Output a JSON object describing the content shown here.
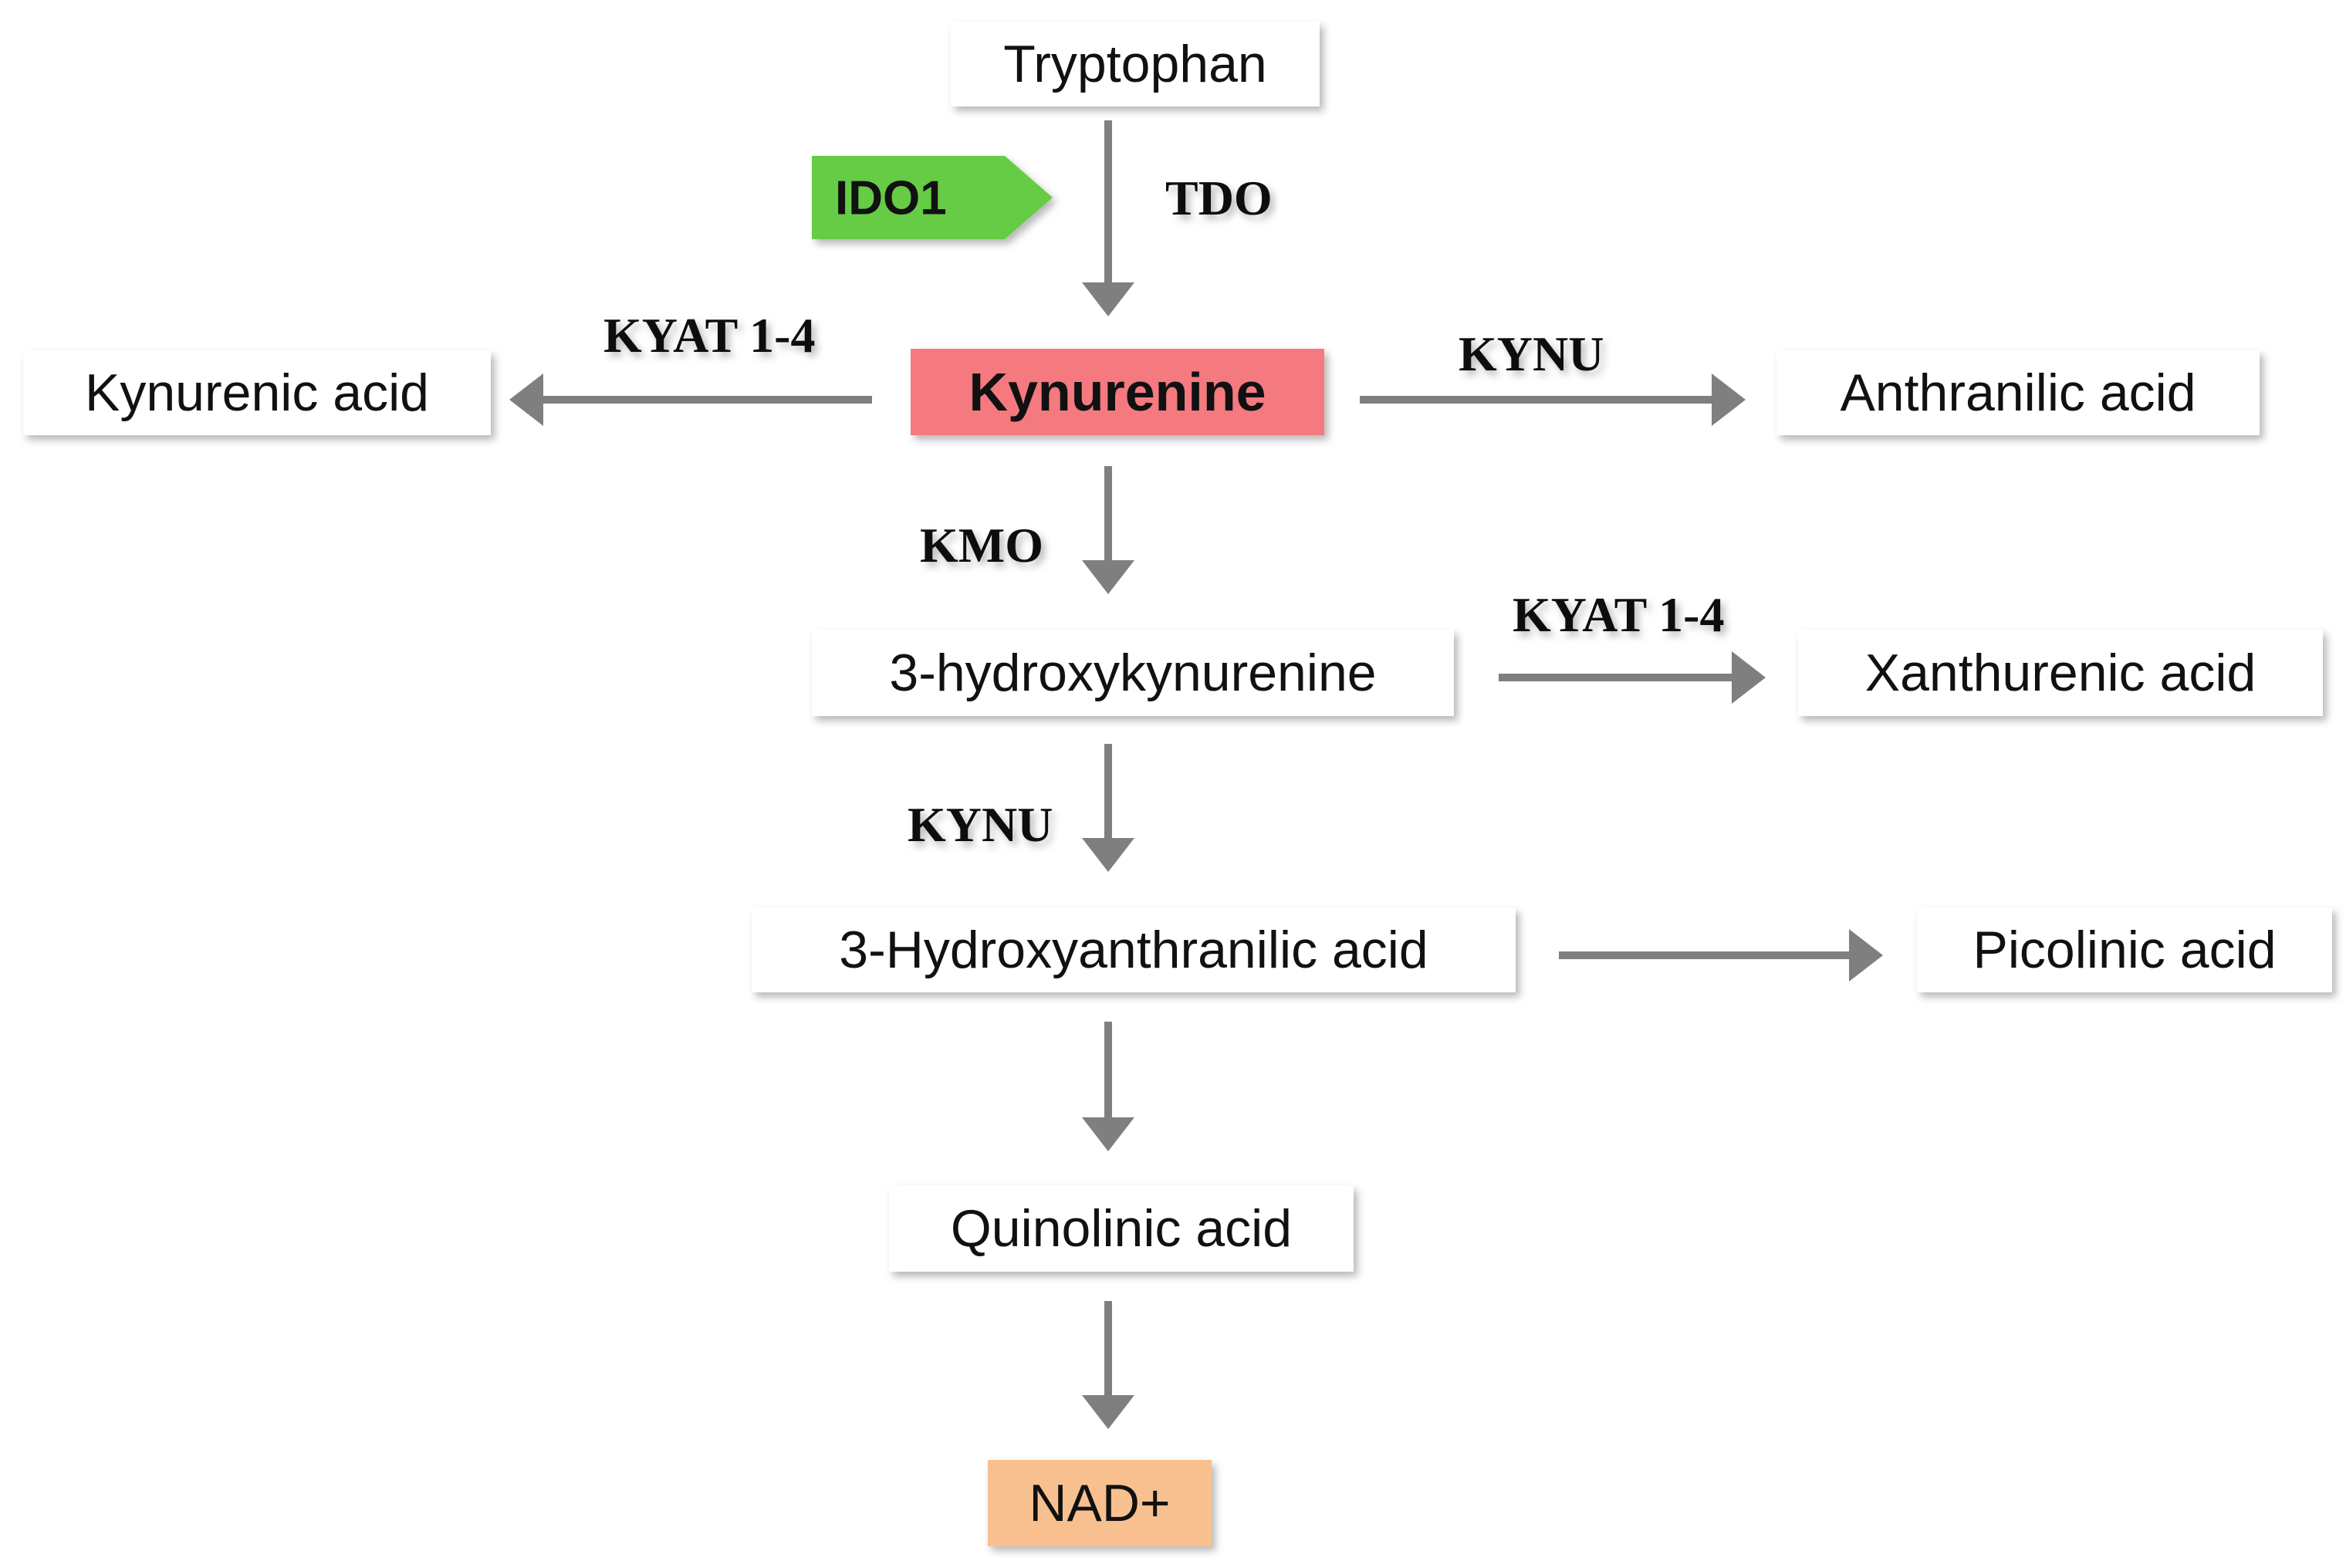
{
  "nodes": {
    "tryptophan": "Tryptophan",
    "kynurenine": "Kynurenine",
    "kynurenic_acid": "Kynurenic acid",
    "anthranilic_acid": "Anthranilic acid",
    "hydroxykynurenine": "3-hydroxykynurenine",
    "xanthurenic_acid": "Xanthurenic acid",
    "hydroxyanthranilic_acid": "3-Hydroxyanthranilic acid",
    "picolinic_acid": "Picolinic acid",
    "quinolinic_acid": "Quinolinic acid",
    "nad": "NAD+"
  },
  "enzymes": {
    "ido1": "IDO1",
    "tdo": "TDO",
    "kyat_left": "KYAT 1-4",
    "kynu_right": "KYNU",
    "kmo": "KMO",
    "kyat_right": "KYAT 1-4",
    "kynu_down": "KYNU"
  },
  "colors": {
    "kynurenine_fill": "#f47a80",
    "ido1_fill": "#66cc44",
    "nad_fill": "#f9c08f",
    "arrow": "#7f7f7f"
  }
}
